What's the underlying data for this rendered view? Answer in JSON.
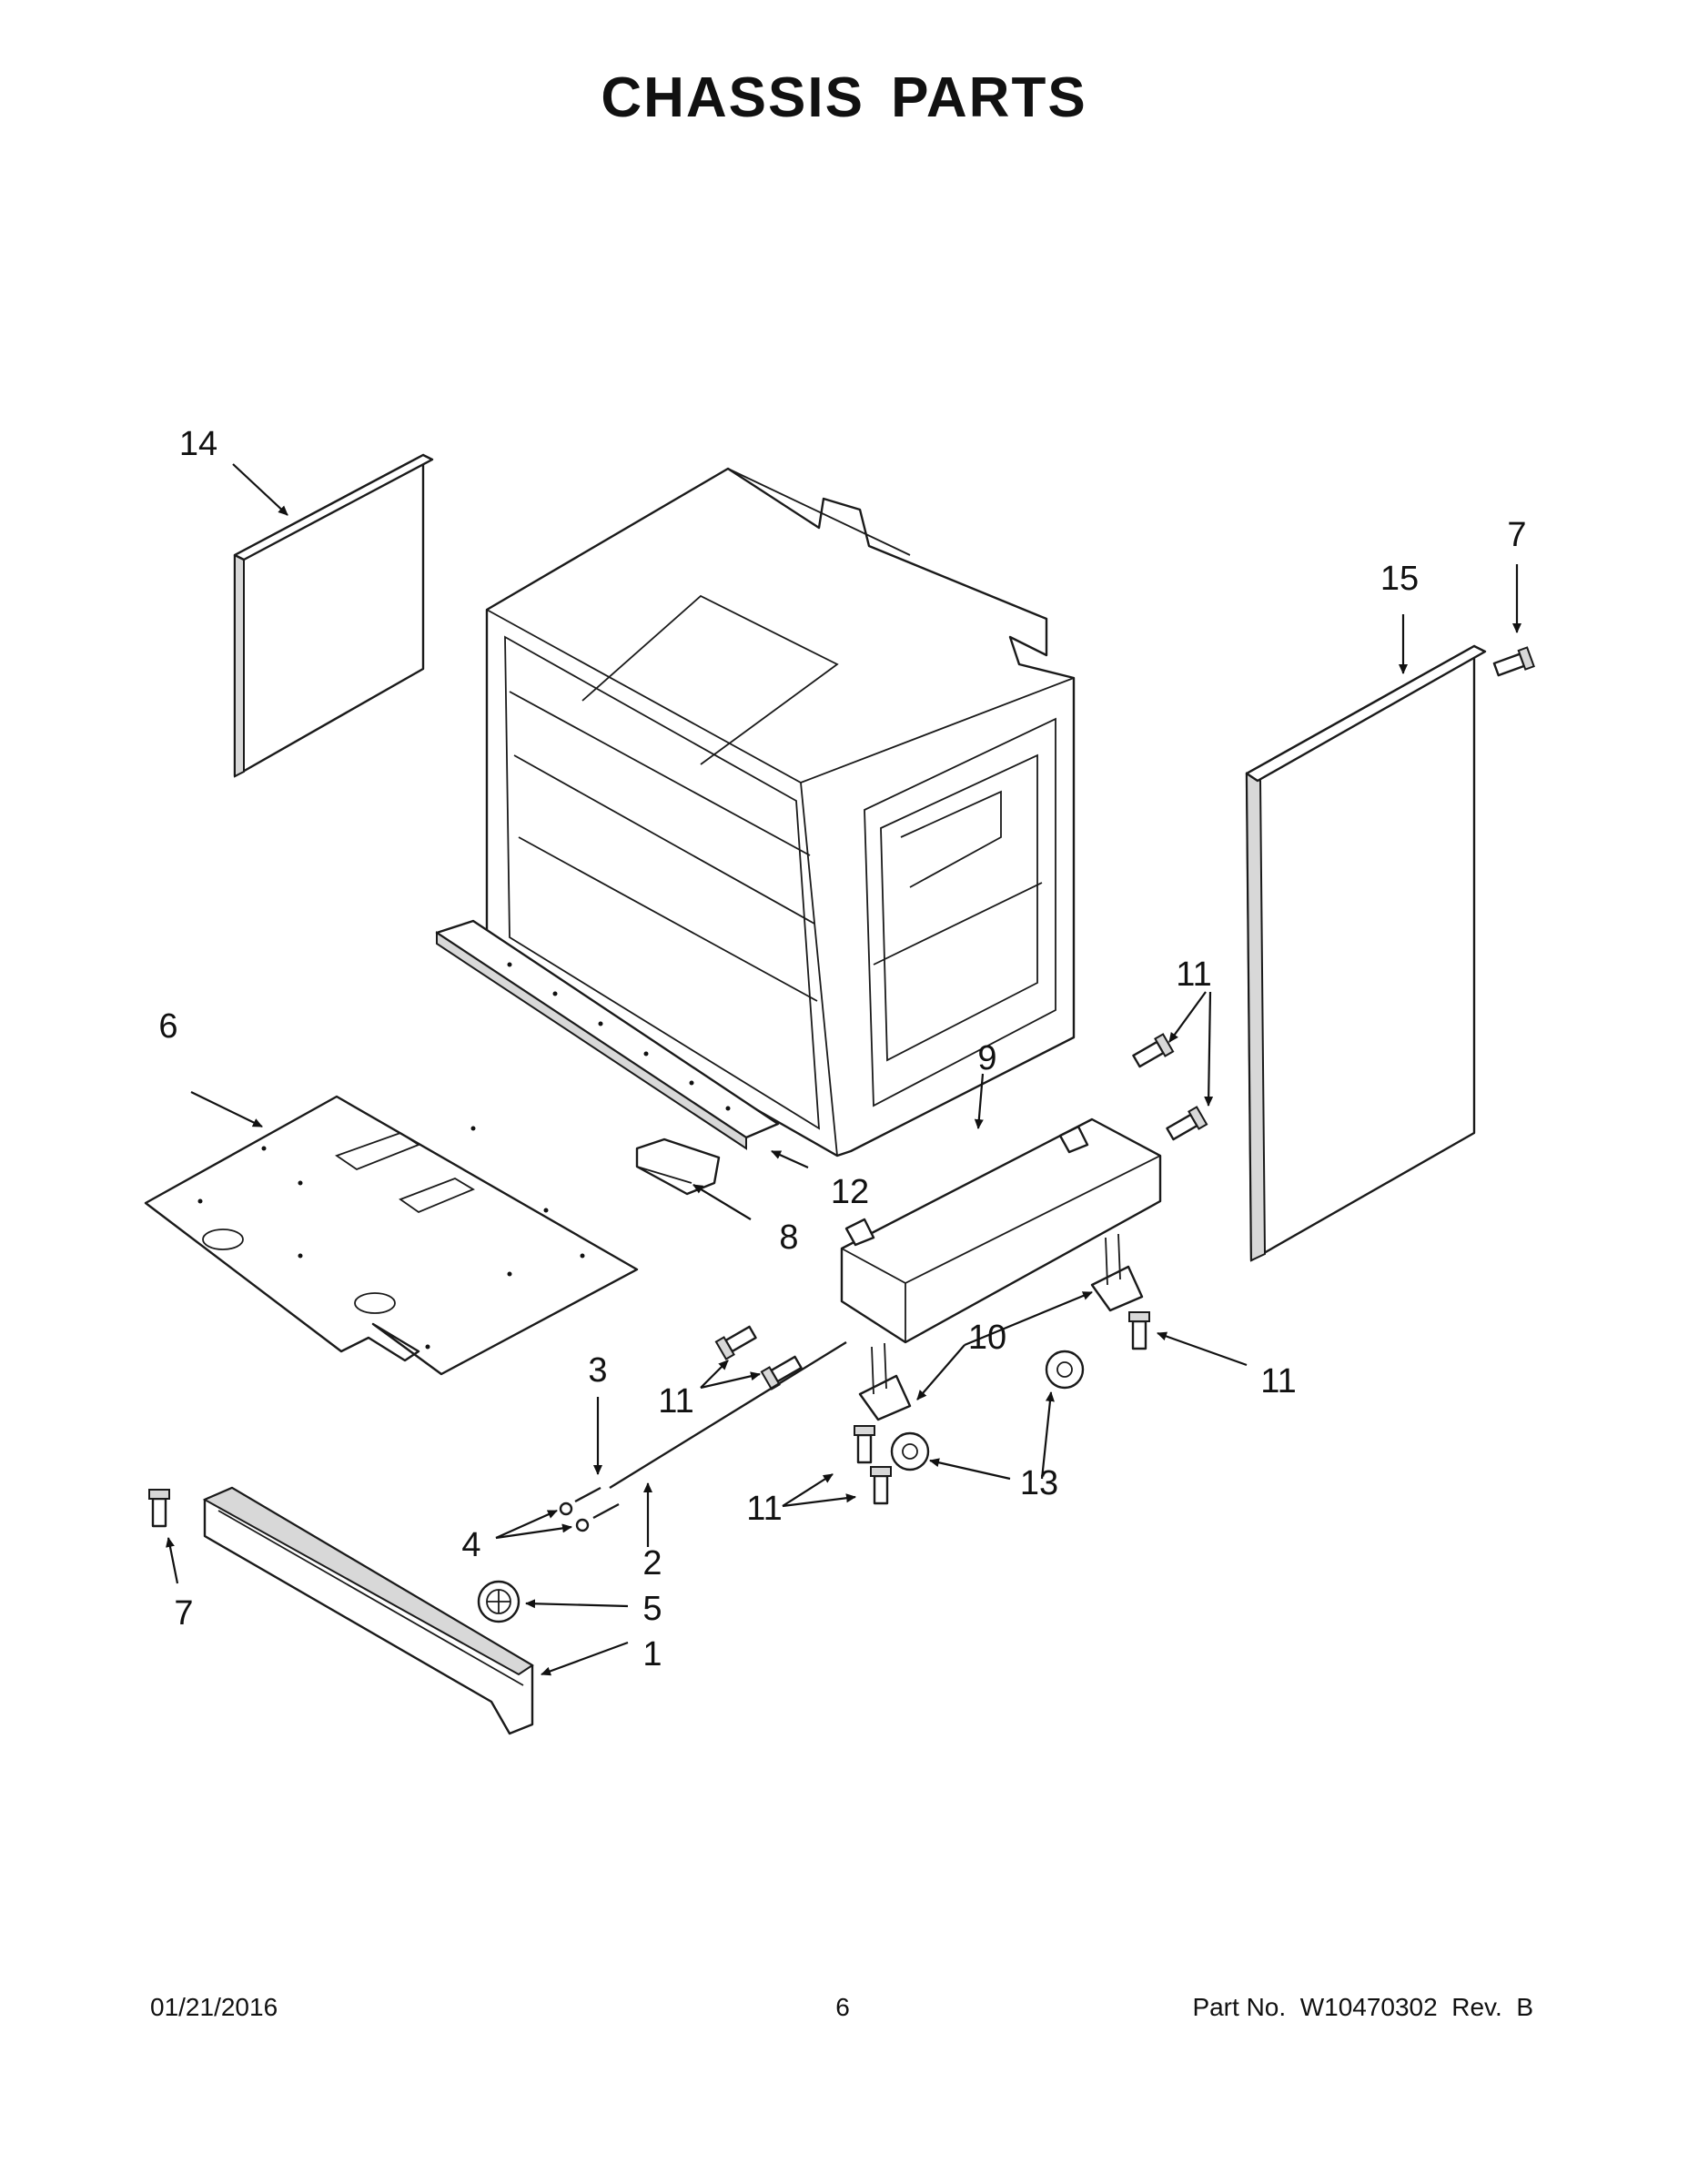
{
  "page": {
    "title": "CHASSIS PARTS"
  },
  "callouts": {
    "c1": "1",
    "c2": "2",
    "c3": "3",
    "c4": "4",
    "c5": "5",
    "c6": "6",
    "c7a": "7",
    "c7b": "7",
    "c8": "8",
    "c9": "9",
    "c10": "10",
    "c11a": "11",
    "c11b": "11",
    "c11c": "11",
    "c11d": "11",
    "c12": "12",
    "c13": "13",
    "c14": "14",
    "c15": "15"
  },
  "footer": {
    "date": "01/21/2016",
    "page_number": "6",
    "part_number": "Part No.  W10470302  Rev.  B"
  }
}
